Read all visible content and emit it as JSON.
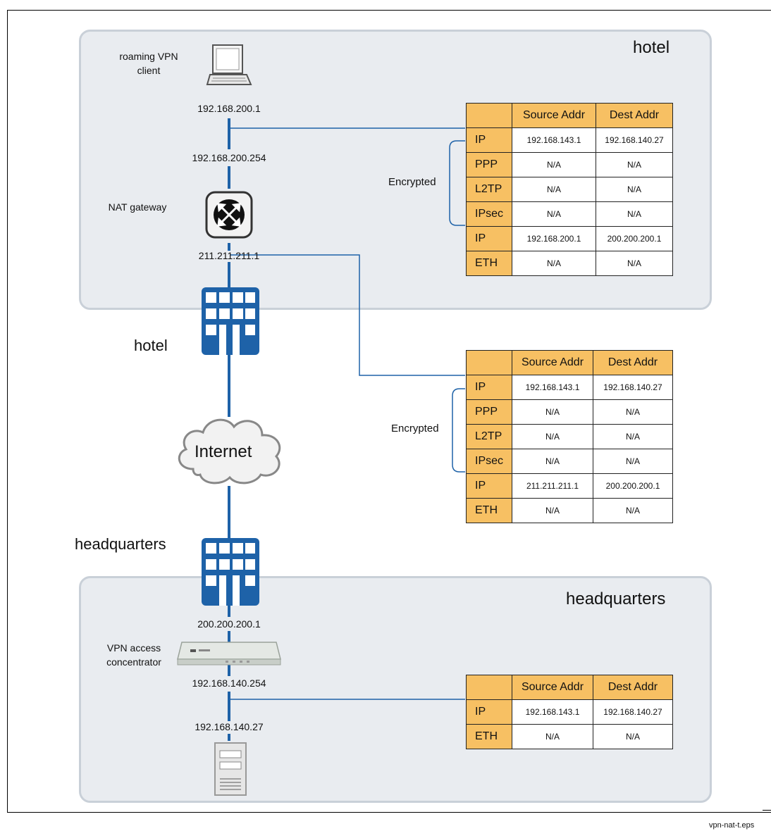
{
  "zones": {
    "hotel_title": "hotel",
    "hq_title": "headquarters"
  },
  "nodes": {
    "client_label": "roaming VPN\nclient",
    "client_ip": "192.168.200.1",
    "gw_inside_ip": "192.168.200.254",
    "nat_label": "NAT gateway",
    "gw_outside_ip": "211.211.211.1",
    "hotel_building_label": "hotel",
    "internet_label": "Internet",
    "hq_building_label": "headquarters",
    "hq_outside_ip": "200.200.200.1",
    "concentrator_label": "VPN access\nconcentrator",
    "hq_inside_ip": "192.168.140.254",
    "server_ip": "192.168.140.27"
  },
  "tables": [
    {
      "headers": [
        "",
        "Source Addr",
        "Dest Addr"
      ],
      "encrypted_label": "Encrypted",
      "rows": [
        [
          "IP",
          "192.168.143.1",
          "192.168.140.27"
        ],
        [
          "PPP",
          "N/A",
          "N/A"
        ],
        [
          "L2TP",
          "N/A",
          "N/A"
        ],
        [
          "IPsec",
          "N/A",
          "N/A"
        ],
        [
          "IP",
          "192.168.200.1",
          "200.200.200.1"
        ],
        [
          "ETH",
          "N/A",
          "N/A"
        ]
      ]
    },
    {
      "headers": [
        "",
        "Source Addr",
        "Dest Addr"
      ],
      "encrypted_label": "Encrypted",
      "rows": [
        [
          "IP",
          "192.168.143.1",
          "192.168.140.27"
        ],
        [
          "PPP",
          "N/A",
          "N/A"
        ],
        [
          "L2TP",
          "N/A",
          "N/A"
        ],
        [
          "IPsec",
          "N/A",
          "N/A"
        ],
        [
          "IP",
          "211.211.211.1",
          "200.200.200.1"
        ],
        [
          "ETH",
          "N/A",
          "N/A"
        ]
      ]
    },
    {
      "headers": [
        "",
        "Source Addr",
        "Dest Addr"
      ],
      "rows": [
        [
          "IP",
          "192.168.143.1",
          "192.168.140.27"
        ],
        [
          "ETH",
          "N/A",
          "N/A"
        ]
      ]
    }
  ],
  "footer": "vpn-nat-t.eps",
  "colors": {
    "link": "#1e62a8",
    "header": "#f7c063",
    "zone": "#e9ecf0"
  }
}
